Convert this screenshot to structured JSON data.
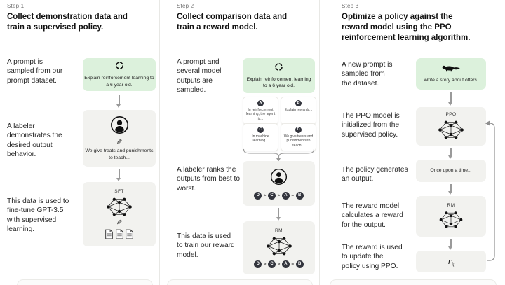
{
  "step1": {
    "label": "Step 1",
    "heading": "Collect demonstration data and train a supervised policy.",
    "caption_prompt": "A prompt is sampled from our prompt dataset.",
    "prompt_text": "Explain reinforcement learning to a 6 year old.",
    "caption_labeler": "A labeler demonstrates the desired output behavior.",
    "labeler_note": "We give treats and punishments to teach...",
    "caption_finetune": "This data is used to fine-tune GPT-3.5 with supervised learning.",
    "model_label": "SFT"
  },
  "step2": {
    "label": "Step 2",
    "heading": "Collect comparison data and train a reward model.",
    "caption_prompt": "A prompt and several model outputs are sampled.",
    "prompt_text": "Explain reinforcement learning to a 6 year old.",
    "outputs": [
      {
        "letter": "A",
        "text": "In reinforcement learning, the agent is..."
      },
      {
        "letter": "B",
        "text": "Explain rewards..."
      },
      {
        "letter": "C",
        "text": "In machine learning..."
      },
      {
        "letter": "D",
        "text": "We give treats and punishments to teach..."
      }
    ],
    "caption_rank": "A labeler ranks the outputs from best to worst.",
    "ranking": {
      "letters": [
        "D",
        "C",
        "A",
        "B"
      ],
      "separators": [
        ">",
        ">",
        "="
      ]
    },
    "caption_train": "This data is used to train our reward model.",
    "model_label": "RM"
  },
  "step3": {
    "label": "Step 3",
    "heading": "Optimize a policy against the reward model using the PPO reinforcement learning algorithm.",
    "caption_prompt": "A new prompt is sampled from the dataset.",
    "prompt_text": "Write a story about otters.",
    "caption_init": "The PPO model is initialized from the supervised policy.",
    "ppo_label": "PPO",
    "caption_output": "The policy generates an output.",
    "output_text": "Once upon a time...",
    "caption_reward": "The reward model calculates a reward for the output.",
    "rm_label": "RM",
    "caption_update": "The reward is used to update the policy using PPO.",
    "reward_base": "r",
    "reward_sub": "k"
  },
  "icons": {
    "pencil_glyph": "✎",
    "prompt_sampling": "cycle-icon",
    "labeler": "person-icon",
    "annotation": "pencil-icon",
    "documents": "documents-icon",
    "model_network": "neural-network-icon",
    "otter": "otter-icon"
  },
  "colors": {
    "prompt_box_bg": "#dcf1dc",
    "model_box_bg": "#f2f2ef",
    "letter_circle_bg": "#33353d",
    "arrow": "#9a9a9a"
  }
}
